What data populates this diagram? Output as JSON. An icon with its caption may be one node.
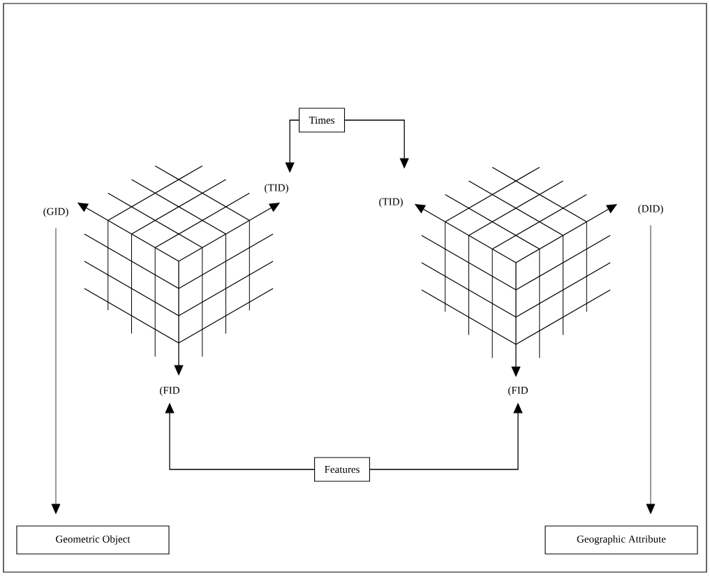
{
  "diagram": {
    "nodes": [
      {
        "text": [
          "Times"
        ]
      },
      {
        "text": [
          "(TID)"
        ]
      },
      {
        "text": [
          "(TID)"
        ]
      },
      {
        "text": [
          "(GID)"
        ]
      },
      {
        "text": [
          "(DID)"
        ]
      },
      {
        "text": [
          "(FID"
        ]
      },
      {
        "text": [
          "(FID"
        ]
      },
      {
        "text": [
          "Features"
        ]
      },
      {
        "text": [
          "Geometric Object"
        ]
      },
      {
        "text": [
          "Geographic Attribute"
        ]
      }
    ],
    "edges": [
      {
        "from": 0,
        "to": 1,
        "arrow": "to"
      },
      {
        "from": 0,
        "to": 2,
        "arrow": "to"
      },
      {
        "from": 3,
        "to": 8,
        "arrow": "to"
      },
      {
        "from": 4,
        "to": 9,
        "arrow": "to"
      },
      {
        "from": 7,
        "to": 5,
        "arrow": "to"
      },
      {
        "from": 7,
        "to": 6,
        "arrow": "to"
      }
    ]
  }
}
